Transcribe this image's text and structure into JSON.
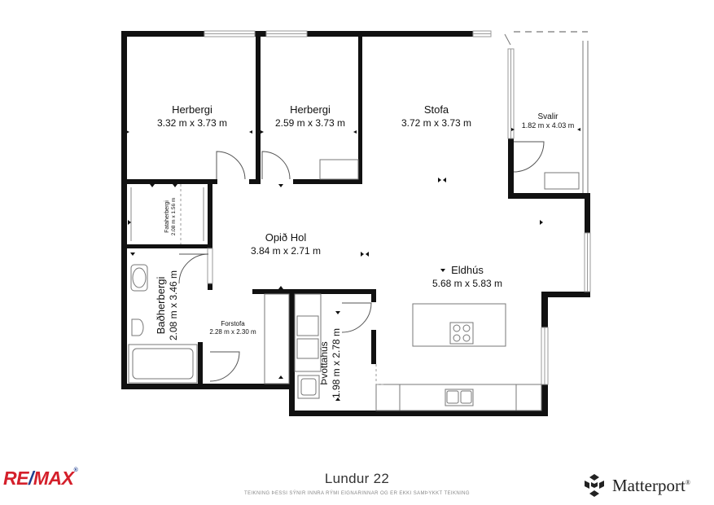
{
  "rooms": [
    {
      "id": "herbergi1",
      "name": "Herbergi",
      "dims": "3.32 m x 3.73 m"
    },
    {
      "id": "herbergi2",
      "name": "Herbergi",
      "dims": "2.59 m x 3.73 m"
    },
    {
      "id": "stofa",
      "name": "Stofa",
      "dims": "3.72 m x 3.73 m"
    },
    {
      "id": "svalir",
      "name": "Svalir",
      "dims": "1.82 m x 4.03 m"
    },
    {
      "id": "fataherbergi",
      "name": "Fataherbergi",
      "dims": "2.08 m x 1.56 m"
    },
    {
      "id": "opid_hol",
      "name": "Opið Hol",
      "dims": "3.84 m x 2.71 m"
    },
    {
      "id": "eldhus",
      "name": "Eldhús",
      "dims": "5.68 m x 5.83 m"
    },
    {
      "id": "badherbergi",
      "name": "Baðherbergi",
      "dims": "2.08 m x 3.46 m"
    },
    {
      "id": "forstofa",
      "name": "Forstofa",
      "dims": "2.28 m x 2.30 m"
    },
    {
      "id": "thvottahus",
      "name": "Þvottahús",
      "dims": "1.98 m x 2.78 m"
    }
  ],
  "footer": {
    "title": "Lundur 22",
    "disclaimer": "TEIKNING ÞESSI SÝNIR INNRA RÝMI EIGNARINNAR OG ER EKKI SAMÞYKKT TEIKNING"
  },
  "brand_left": {
    "re": "RE",
    "slash": "/",
    "max": "MAX",
    "reg": "®",
    "colors": {
      "red": "#d4202b",
      "blue": "#1f3f8f"
    }
  },
  "brand_right": {
    "name": "Matterport",
    "reg": "®",
    "icon": "matterport-cube-icon"
  }
}
